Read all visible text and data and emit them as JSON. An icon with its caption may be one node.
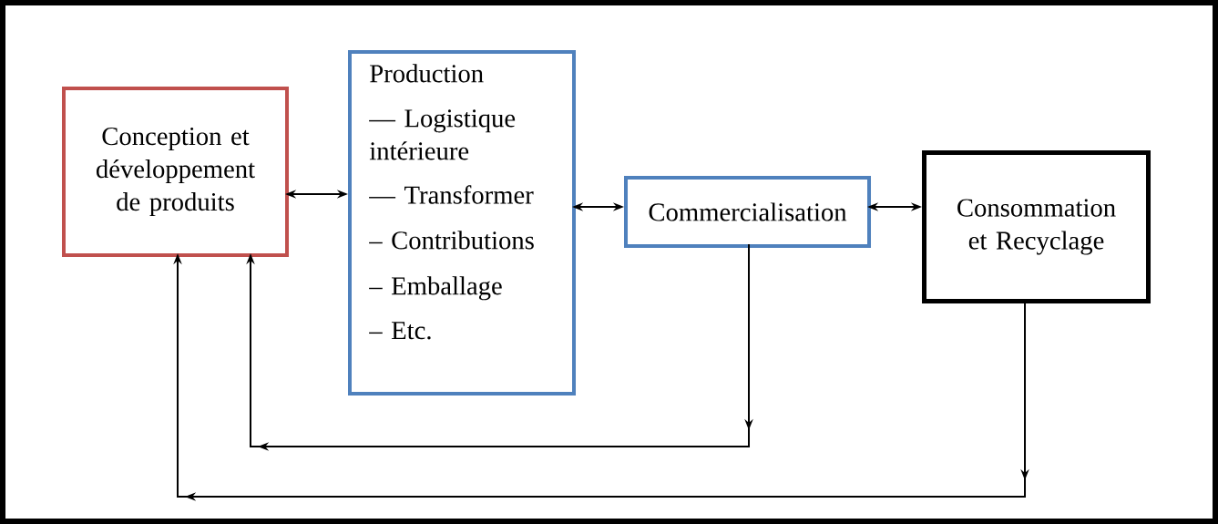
{
  "diagram": {
    "nodes": [
      {
        "text": [
          "Conception et développement de produits"
        ]
      },
      {
        "text": [
          "Production",
          "— Logistique intérieure",
          "— Transformer",
          "– Contributions",
          "– Emballage",
          "– Etc."
        ]
      },
      {
        "text": [
          "Commercialisation"
        ]
      },
      {
        "text": [
          "Consommation et Recyclage"
        ]
      }
    ],
    "edges": [
      {
        "from": 0,
        "to": 1,
        "arrow": "both"
      },
      {
        "from": 1,
        "to": 2,
        "arrow": "both"
      },
      {
        "from": 2,
        "to": 3,
        "arrow": "both"
      },
      {
        "from": 2,
        "to": 0,
        "arrow": "to"
      },
      {
        "from": 3,
        "to": 0,
        "arrow": "to"
      }
    ]
  }
}
